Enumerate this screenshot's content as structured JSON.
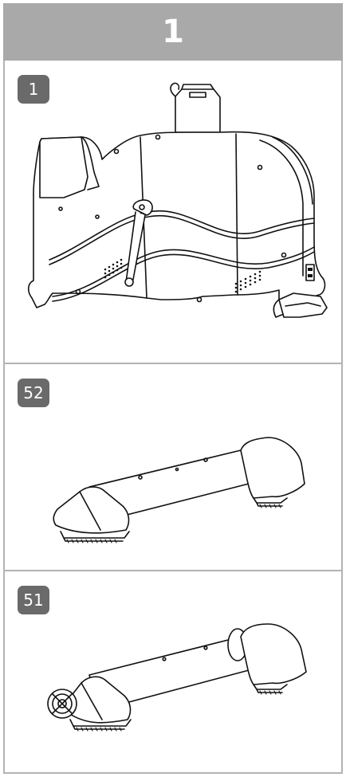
{
  "header": {
    "step_number": "1"
  },
  "parts": [
    {
      "label": "1",
      "icon": "bike-frame-illustration"
    },
    {
      "label": "52",
      "icon": "front-stabilizer-illustration"
    },
    {
      "label": "51",
      "icon": "rear-stabilizer-illustration"
    }
  ],
  "colors": {
    "header_bg": "#a9a9a9",
    "badge_bg": "#6a6a6a",
    "panel_border": "#b3b3b3"
  }
}
